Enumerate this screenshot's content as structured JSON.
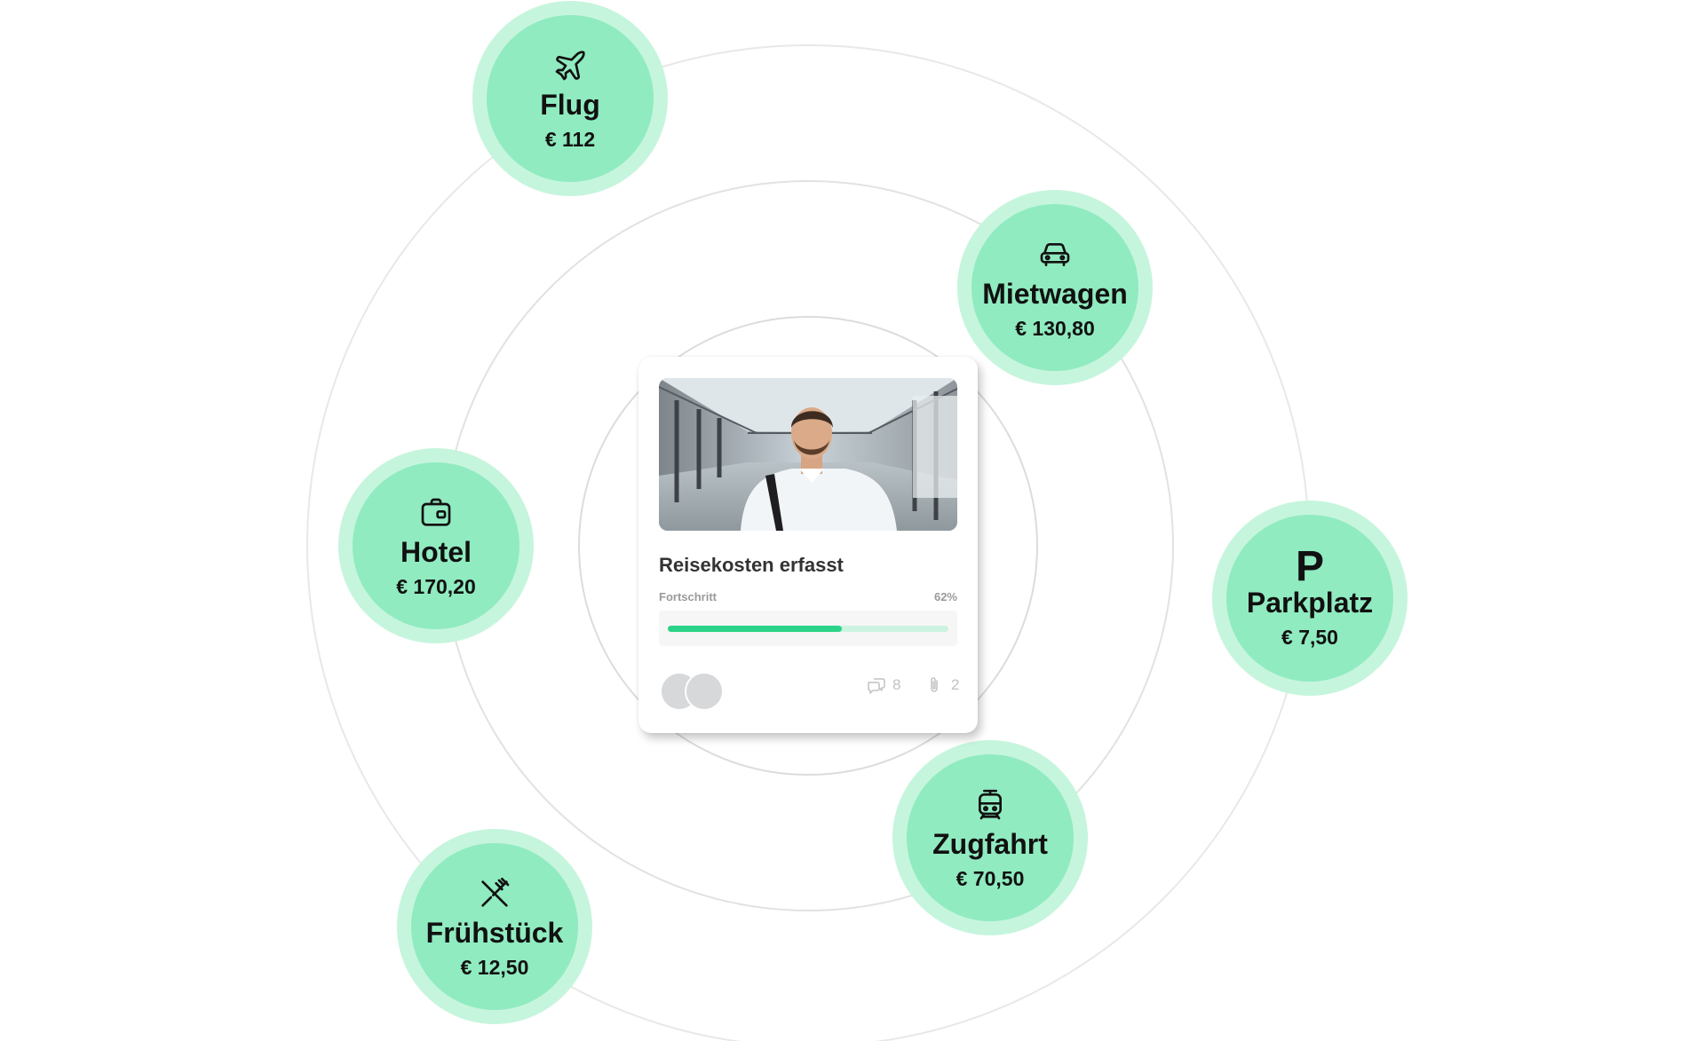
{
  "bubbles": {
    "flug": {
      "title": "Flug",
      "amount": "€ 112",
      "icon": "airplane-icon"
    },
    "mietwagen": {
      "title": "Mietwagen",
      "amount": "€ 130,80",
      "icon": "car-icon"
    },
    "hotel": {
      "title": "Hotel",
      "amount": "€ 170,20",
      "icon": "bag-icon"
    },
    "parkplatz": {
      "title": "Parkplatz",
      "amount": "€ 7,50",
      "icon_text": "P"
    },
    "zugfahrt": {
      "title": "Zugfahrt",
      "amount": "€ 70,50",
      "icon": "train-icon"
    },
    "fruehstueck": {
      "title": "Frühstück",
      "amount": "€ 12,50",
      "icon": "cutlery-icon"
    }
  },
  "card": {
    "title": "Reisekosten erfasst",
    "progress_label": "Fortschritt",
    "progress_text": "62%",
    "progress_value": 0.62,
    "comments": "8",
    "attachments": "2"
  },
  "colors": {
    "bubble_outer": "#c6f5dd",
    "bubble_inner": "#90ebc0",
    "progress_fill": "#2ad387",
    "ring": "#e6e6e6"
  }
}
